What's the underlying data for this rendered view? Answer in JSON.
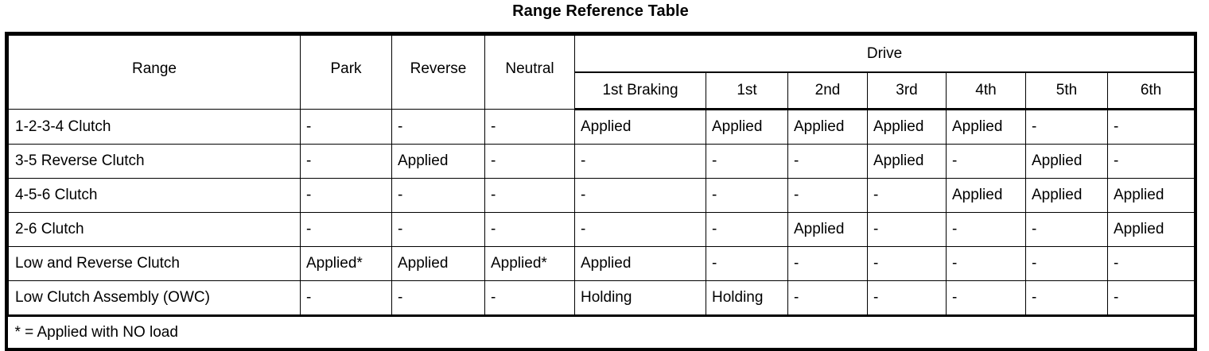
{
  "title": "Range Reference Table",
  "table": {
    "group_header": {
      "range_label": "Range",
      "park_label": "Park",
      "reverse_label": "Reverse",
      "neutral_label": "Neutral",
      "drive_label": "Drive"
    },
    "drive_subheaders": [
      "1st Braking",
      "1st",
      "2nd",
      "3rd",
      "4th",
      "5th",
      "6th"
    ],
    "columns": [
      "Range",
      "Park",
      "Reverse",
      "Neutral",
      "1st Braking",
      "1st",
      "2nd",
      "3rd",
      "4th",
      "5th",
      "6th"
    ],
    "rows": [
      {
        "range": "1-2-3-4 Clutch",
        "park": "-",
        "reverse": "-",
        "neutral": "-",
        "d1brake": "Applied",
        "d1": "Applied",
        "d2": "Applied",
        "d3": "Applied",
        "d4": "Applied",
        "d5": "-",
        "d6": "-"
      },
      {
        "range": "3-5 Reverse Clutch",
        "park": "-",
        "reverse": "Applied",
        "neutral": "-",
        "d1brake": "-",
        "d1": "-",
        "d2": "-",
        "d3": "Applied",
        "d4": "-",
        "d5": "Applied",
        "d6": "-"
      },
      {
        "range": "4-5-6 Clutch",
        "park": "-",
        "reverse": "-",
        "neutral": "-",
        "d1brake": "-",
        "d1": "-",
        "d2": "-",
        "d3": "-",
        "d4": "Applied",
        "d5": "Applied",
        "d6": "Applied"
      },
      {
        "range": "2-6 Clutch",
        "park": "-",
        "reverse": "-",
        "neutral": "-",
        "d1brake": "-",
        "d1": "-",
        "d2": "Applied",
        "d3": "-",
        "d4": "-",
        "d5": "-",
        "d6": "Applied"
      },
      {
        "range": "Low and Reverse Clutch",
        "park": "Applied*",
        "reverse": "Applied",
        "neutral": "Applied*",
        "d1brake": "Applied",
        "d1": "-",
        "d2": "-",
        "d3": "-",
        "d4": "-",
        "d5": "-",
        "d6": "-"
      },
      {
        "range": "Low Clutch Assembly (OWC)",
        "park": "-",
        "reverse": "-",
        "neutral": "-",
        "d1brake": "Holding",
        "d1": "Holding",
        "d2": "-",
        "d3": "-",
        "d4": "-",
        "d5": "-",
        "d6": "-"
      }
    ],
    "footnote": "* = Applied with NO load"
  }
}
